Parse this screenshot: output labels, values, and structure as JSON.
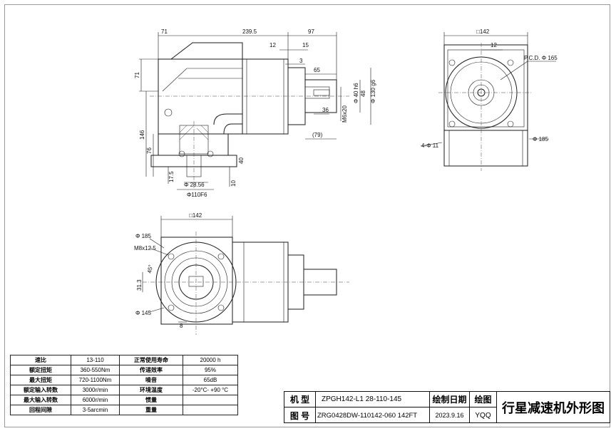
{
  "top_view_dims": {
    "d71_top": "71",
    "d2395": "239.5",
    "d97": "97",
    "d12": "12",
    "d15": "15",
    "d3": "3",
    "d65": "65",
    "d40h6": "Φ 40 h6",
    "d48": "48",
    "d130g6": "Φ 130 g6",
    "dM6x20": "M6x20",
    "d36": "36",
    "d79": "(79)",
    "d71_left": "71",
    "d146": "146",
    "d76": "76",
    "d175": "17.5",
    "d2856": "Φ 28.56",
    "d110F6": "Φ110F6",
    "d40": "40",
    "d10": "10"
  },
  "right_view_dims": {
    "sq142": "□142",
    "d12": "12",
    "pcd": "P.C.D.  Φ 165",
    "holes": "4-Φ 11",
    "d185": "Φ 185"
  },
  "bottom_view_dims": {
    "sq142": "□142",
    "d185": "Φ 185",
    "m8": "M8x12.5",
    "a45": "45°",
    "d313": "31.3",
    "d145": "Φ 145",
    "d8": "8"
  },
  "spec_table": [
    {
      "k1": "速比",
      "v1": "13-110",
      "k2": "正常使用寿命",
      "v2": "20000 h"
    },
    {
      "k1": "额定扭矩",
      "v1": "360-550Nm",
      "k2": "传递效率",
      "v2": "95%"
    },
    {
      "k1": "最大扭矩",
      "v1": "720-1100Nm",
      "k2": "噪音",
      "v2": "65dB"
    },
    {
      "k1": "额定输入转数",
      "v1": "3000r/min",
      "k2": "环境温度",
      "v2": "-20°C- +90 °C"
    },
    {
      "k1": "最大输入转数",
      "v1": "6000r/min",
      "k2": "惯量",
      "v2": ""
    },
    {
      "k1": "回程间隙",
      "v1": "3-5arcmin",
      "k2": "重量",
      "v2": ""
    }
  ],
  "title_block": {
    "model_label": "机 型",
    "model_value": "ZPGH142-L1 28-110-145",
    "drawing_no_label": "图 号",
    "drawing_no_value": "ZRG0428DW-110142-060 142FT",
    "draw_date_label": "绘制日期",
    "draw_date_value": "2023.9.16",
    "drawer_label": "绘图",
    "drawer_value": "YQQ",
    "drawing_title": "行星减速机外形图"
  }
}
